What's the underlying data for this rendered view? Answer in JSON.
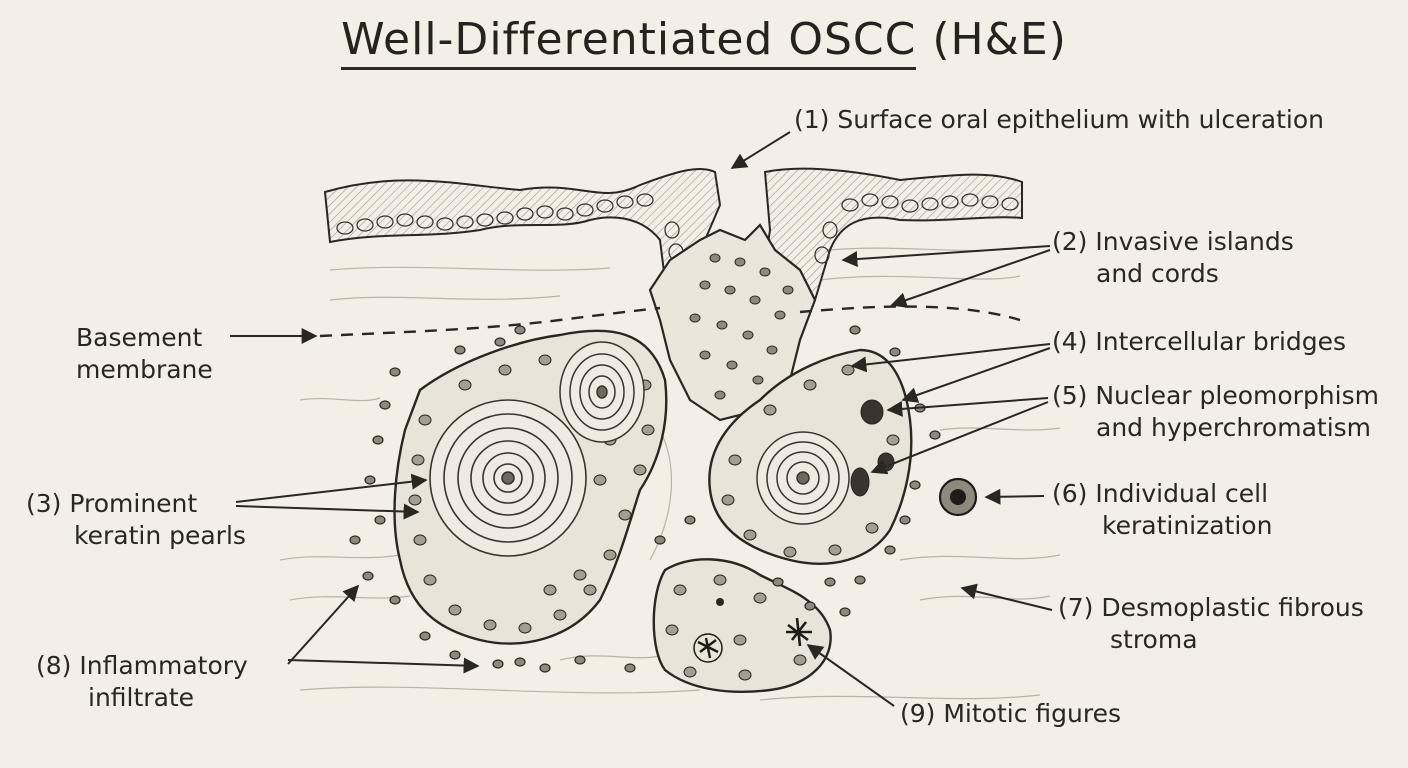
{
  "title": {
    "main": "Well-Differentiated OSCC",
    "sub": "(H&E)"
  },
  "labels": {
    "l1": {
      "line1": "(1) Surface oral epithelium with ulceration"
    },
    "l2": {
      "line1": "(2) Invasive islands",
      "line2": "and cords"
    },
    "basement": {
      "line1": "Basement",
      "line2": "membrane"
    },
    "l3": {
      "line1": "(3) Prominent",
      "line2": "keratin pearls"
    },
    "l4": {
      "line1": "(4) Intercellular bridges"
    },
    "l5": {
      "line1": "(5) Nuclear pleomorphism",
      "line2": "and hyperchromatism"
    },
    "l6": {
      "line1": "(6) Individual cell",
      "line2": "keratinization"
    },
    "l7": {
      "line1": "(7) Desmoplastic fibrous",
      "line2": "stroma"
    },
    "l8": {
      "line1": "(8) Inflammatory",
      "line2": "infiltrate"
    },
    "l9": {
      "line1": "(9) Mitotic figures"
    }
  },
  "colors": {
    "ink": "#2a2622",
    "paper": "#f3efe7",
    "shade": "#bdb6aa"
  }
}
